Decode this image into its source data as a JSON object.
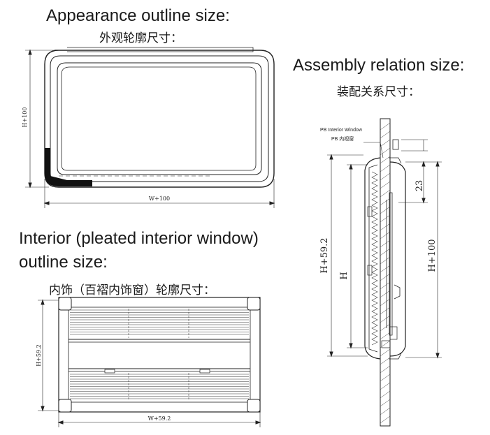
{
  "appearance": {
    "title_en": "Appearance outline size:",
    "title_cn": "外观轮廓尺寸：",
    "dim_height": "H+100",
    "dim_width": "W+100"
  },
  "assembly": {
    "title_en": "Assembly relation size:",
    "title_cn": "装配关系尺寸：",
    "label_en": "PB Interior Window",
    "label_cn": "PB 内视窗",
    "dim_23": "23",
    "dim_h592": "H+59.2",
    "dim_h": "H",
    "dim_h100": "H+100"
  },
  "interior": {
    "title_en_line1": "Interior (pleated interior window)",
    "title_en_line2": "outline size:",
    "title_cn": "内饰（百褶内饰窗）轮廓尺寸：",
    "dim_height": "H+59.2",
    "dim_width": "W+59.2"
  }
}
